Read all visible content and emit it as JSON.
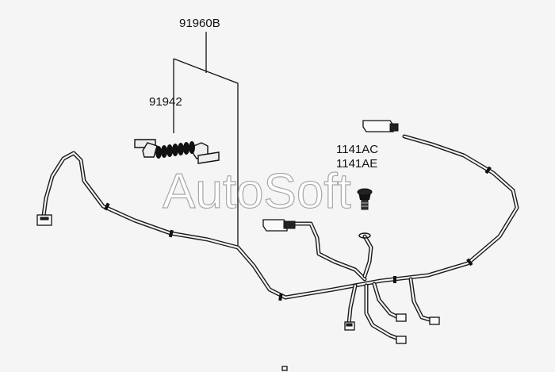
{
  "diagram": {
    "part_labels": {
      "harness": "91960B",
      "grommet": "91942",
      "screw_a": "1141AC",
      "screw_b": "1141AE"
    },
    "watermark": "AutoSoft"
  }
}
